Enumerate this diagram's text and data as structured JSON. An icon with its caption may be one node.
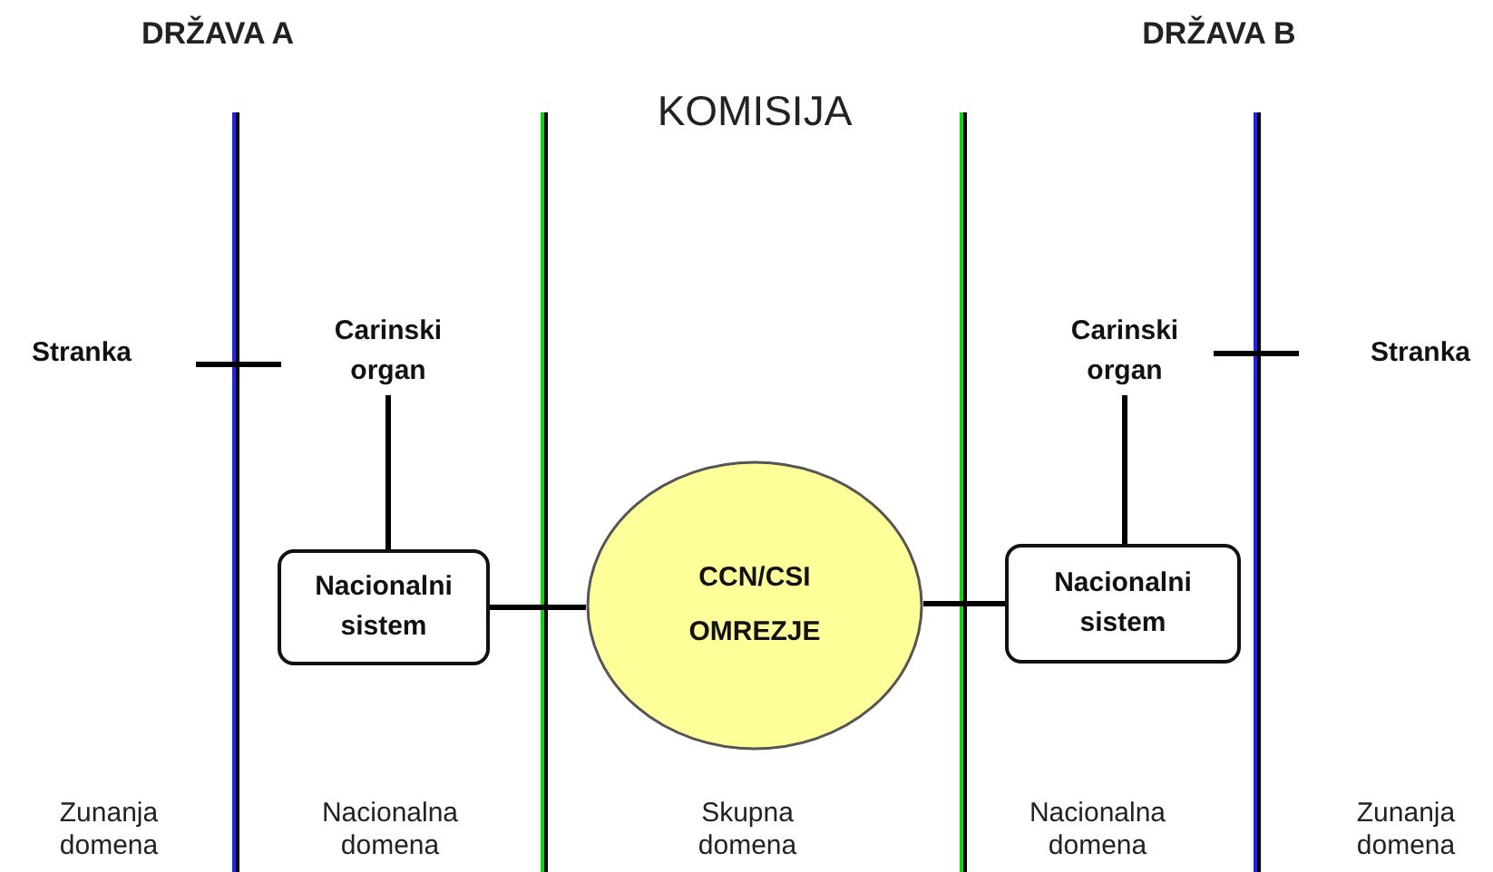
{
  "diagram": {
    "nodes": [
      {
        "text": [
          "Stranka"
        ]
      },
      {
        "text": [
          "Carinski organ"
        ]
      },
      {
        "text": [
          "Carinski organ"
        ]
      },
      {
        "text": [
          "Stranka"
        ]
      },
      {
        "text": [
          "Nacionalni sistem"
        ]
      },
      {
        "text": [
          "CCN/CSI OMREZJE"
        ]
      },
      {
        "text": [
          "Nacionalni sistem"
        ]
      }
    ],
    "edges": [
      {
        "from": 1,
        "to": 4,
        "arrow": "none"
      },
      {
        "from": 4,
        "to": 5,
        "arrow": "none"
      },
      {
        "from": 5,
        "to": 6,
        "arrow": "none"
      },
      {
        "from": 2,
        "to": 6,
        "arrow": "none"
      }
    ],
    "labels": [
      "DRŽAVA A",
      "DRŽAVA B",
      "KOMISIJA",
      "Zunanja domena",
      "Nacionalna domena",
      "Skupna domena",
      "Nacionalna domena",
      "Zunanja domena"
    ]
  }
}
